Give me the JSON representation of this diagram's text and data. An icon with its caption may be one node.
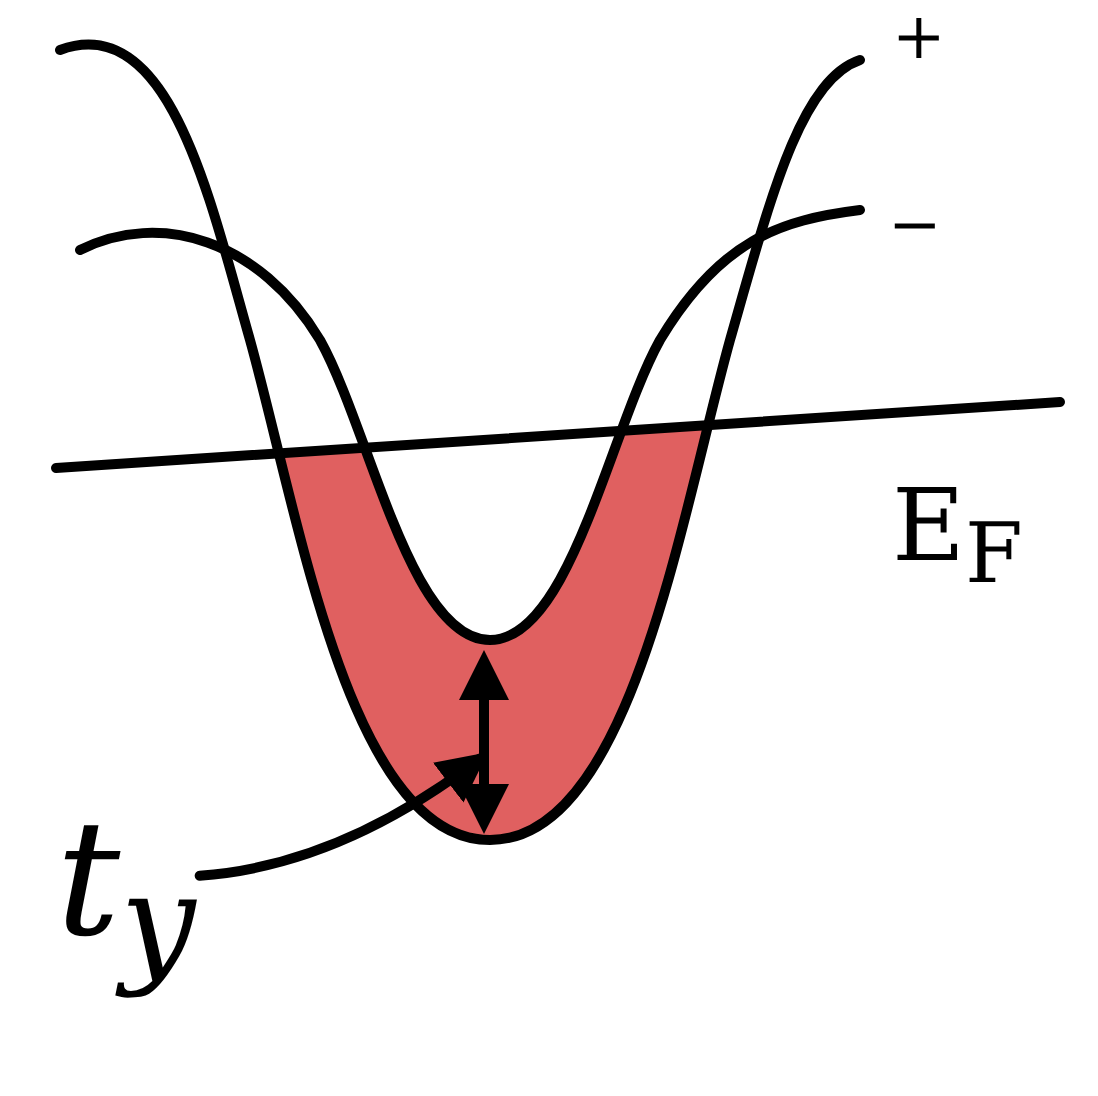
{
  "diagram": {
    "nodes": [
      {
        "text": [
          "t$_{y}$"
        ]
      },
      {
        "text": [],
        "shape": "arrow"
      }
    ],
    "edges": [
      {
        "from": 0,
        "to": 1,
        "arrow": "to"
      }
    ],
    "labels": [
      "+",
      "−",
      "E$_{F}$"
    ]
  }
}
